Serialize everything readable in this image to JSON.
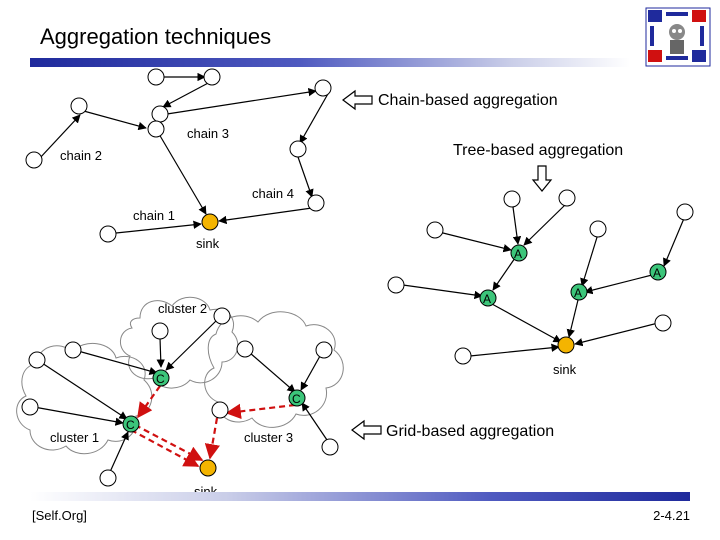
{
  "slide": {
    "title": "Aggregation techniques",
    "footer_left": "[Self.Org]",
    "footer_right": "2-4.21"
  },
  "labels": {
    "chain_based": "Chain-based aggregation",
    "tree_based": "Tree-based aggregation",
    "grid_based": "Grid-based aggregation",
    "chain1": "chain 1",
    "chain2": "chain 2",
    "chain3": "chain 3",
    "chain4": "chain 4",
    "sink_chain": "sink",
    "sink_tree": "sink",
    "sink_grid": "sink",
    "cluster1": "cluster 1",
    "cluster2": "cluster 2",
    "cluster3": "cluster 3"
  },
  "node_letters": {
    "aggregator": "A",
    "cluster_head": "C"
  },
  "colors": {
    "node_fill": "#ffffff",
    "sink_fill": "#f4b400",
    "aggregator_fill": "#3cc57a",
    "grid_link": "#d01010",
    "title_rule": "#1f2a9c"
  },
  "icons": {
    "logo": "robot-cube-logo",
    "arrow_left": "hollow-left-arrow",
    "arrow_down": "hollow-down-arrow"
  }
}
